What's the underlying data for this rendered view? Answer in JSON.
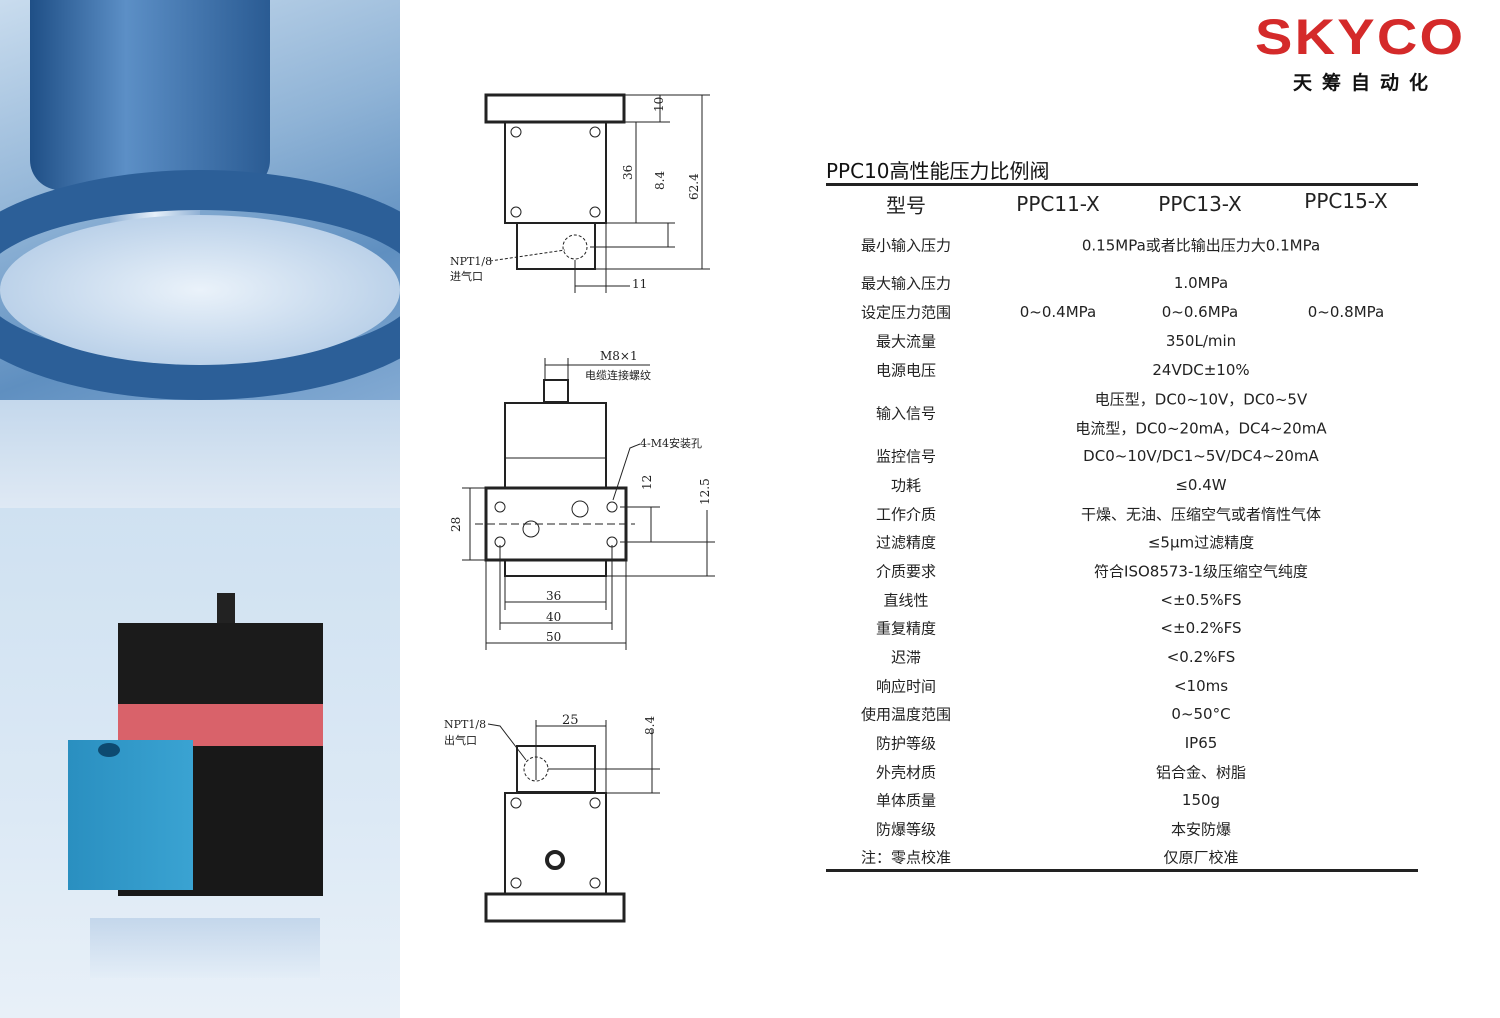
{
  "logo": {
    "brand": "SKYCO",
    "subtitle": "天筹自动化",
    "color": "#d42a2a"
  },
  "document": {
    "title": "PPC10高性能压力比例阀"
  },
  "drawings": {
    "top_view": {
      "dims": [
        "10",
        "36",
        "8.4",
        "62.4",
        "11"
      ],
      "port_label": "NPT1/8",
      "port_name": "进气口"
    },
    "front_view": {
      "thread": "M8×1",
      "thread_name": "电缆连接螺纹",
      "holes": "4-M4安装孔",
      "dims": [
        "28",
        "12",
        "12.5",
        "36",
        "40",
        "50"
      ]
    },
    "bottom_view": {
      "port_label": "NPT1/8",
      "port_name": "出气口",
      "dims": [
        "25",
        "8.4"
      ]
    }
  },
  "table": {
    "header": {
      "label": "型号",
      "models": [
        "PPC11-X",
        "PPC13-X",
        "PPC15-X"
      ]
    },
    "rows": [
      {
        "label": "最小输入压力",
        "value": "0.15MPa或者比输出压力大0.1MPa"
      },
      {
        "label": "最大输入压力",
        "value": "1.0MPa"
      },
      {
        "label": "设定压力范围",
        "values": [
          "0~0.4MPa",
          "0~0.6MPa",
          "0~0.8MPa"
        ]
      },
      {
        "label": "最大流量",
        "value": "350L/min"
      },
      {
        "label": "电源电压",
        "value": "24VDC±10%"
      },
      {
        "label": "输入信号",
        "lines": [
          "电压型，DC0~10V，DC0~5V",
          "电流型，DC0~20mA，DC4~20mA"
        ]
      },
      {
        "label": "监控信号",
        "value": "DC0~10V/DC1~5V/DC4~20mA"
      },
      {
        "label": "功耗",
        "value": "≤0.4W"
      },
      {
        "label": "工作介质",
        "value": "干燥、无油、压缩空气或者惰性气体"
      },
      {
        "label": "过滤精度",
        "value": "≤5μm过滤精度"
      },
      {
        "label": "介质要求",
        "value": "符合ISO8573-1级压缩空气纯度"
      },
      {
        "label": "直线性",
        "value": "<±0.5%FS"
      },
      {
        "label": "重复精度",
        "value": "<±0.2%FS"
      },
      {
        "label": "迟滞",
        "value": "<0.2%FS"
      },
      {
        "label": "响应时间",
        "value": "<10ms"
      },
      {
        "label": "使用温度范围",
        "value": "0~50°C"
      },
      {
        "label": "防护等级",
        "value": "IP65"
      },
      {
        "label": "外壳材质",
        "value": "铝合金、树脂"
      },
      {
        "label": "单体质量",
        "value": "150g"
      },
      {
        "label": "防爆等级",
        "value": "本安防爆"
      },
      {
        "label": "注：零点校准",
        "value": "仅原厂校准"
      }
    ]
  }
}
